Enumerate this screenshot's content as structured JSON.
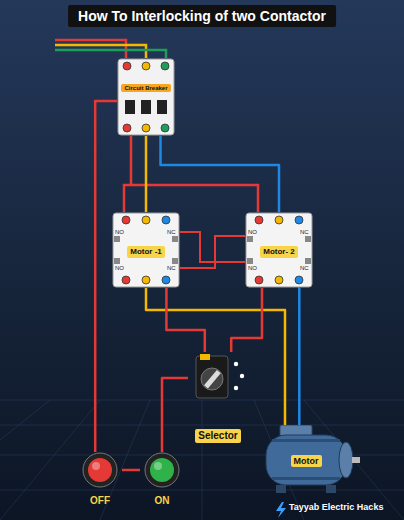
{
  "diagram": {
    "title": "How To Interlocking of two Contactor",
    "nodes": [
      {
        "text": [
          "Circuit Breaker"
        ]
      },
      {
        "text": [
          "Motor -1"
        ]
      },
      {
        "text": [
          "Motor- 2"
        ]
      },
      {
        "text": [
          "Selector"
        ]
      },
      {
        "text": [
          "OFF"
        ]
      },
      {
        "text": [
          "ON"
        ]
      },
      {
        "text": [
          "Motor"
        ]
      }
    ],
    "edges": [
      {
        "from": 0,
        "to": 1,
        "arrow": "none"
      },
      {
        "from": 0,
        "to": 2,
        "arrow": "none"
      },
      {
        "from": 1,
        "to": 6,
        "arrow": "none"
      },
      {
        "from": 2,
        "to": 6,
        "arrow": "none"
      },
      {
        "from": 0,
        "to": 4,
        "arrow": "none"
      },
      {
        "from": 4,
        "to": 5,
        "arrow": "none"
      },
      {
        "from": 5,
        "to": 3,
        "arrow": "none"
      },
      {
        "from": 3,
        "to": 1,
        "arrow": "none"
      },
      {
        "from": 3,
        "to": 2,
        "arrow": "none"
      }
    ],
    "labels": [
      "NO",
      "NC",
      "NO",
      "NC",
      "NO",
      "NC",
      "NO",
      "NC",
      "Tayyab Electric Hacks"
    ]
  }
}
